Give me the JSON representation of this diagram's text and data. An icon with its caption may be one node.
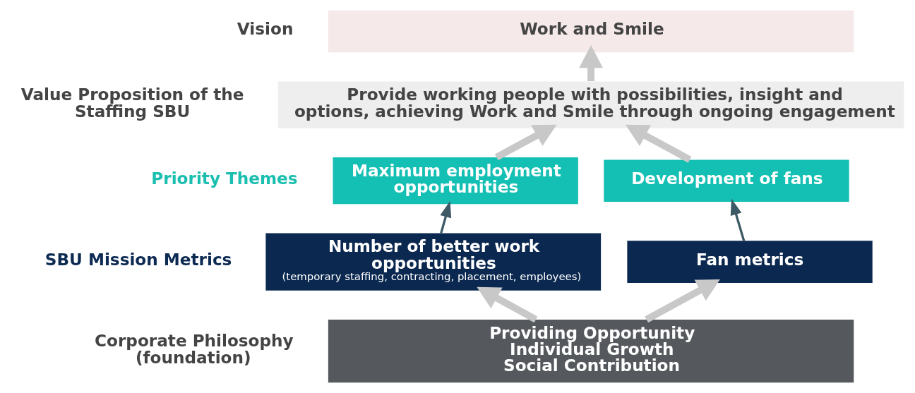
{
  "diagram": {
    "nodes": [
      {
        "text": [
          "Work and Smile"
        ]
      },
      {
        "text": [
          "Provide working people with possibilities, insight and options, achieving Work and Smile through ongoing engagement"
        ]
      },
      {
        "text": [
          "Maximum employment opportunities"
        ]
      },
      {
        "text": [
          "Development of fans"
        ]
      },
      {
        "text": [
          "Number of better work opportunities",
          "(temporary staffing, contracting, placement, employees)"
        ]
      },
      {
        "text": [
          "Fan metrics"
        ]
      },
      {
        "text": [
          "Providing Opportunity",
          "Individual Growth",
          "Social Contribution"
        ]
      }
    ],
    "edges": [
      {
        "from": 1,
        "to": 0,
        "arrow": "to"
      },
      {
        "from": 2,
        "to": 1,
        "arrow": "to"
      },
      {
        "from": 3,
        "to": 1,
        "arrow": "to"
      },
      {
        "from": 4,
        "to": 2,
        "arrow": "to",
        "color": "#3d5a66"
      },
      {
        "from": 5,
        "to": 3,
        "arrow": "to",
        "color": "#3d5a66"
      },
      {
        "from": 6,
        "to": 4,
        "arrow": "to"
      },
      {
        "from": 6,
        "to": 5,
        "arrow": "to"
      }
    ],
    "labels": [
      "Vision",
      "Value Proposition of the Staffing SBU",
      "Priority Themes",
      "SBU Mission Metrics",
      "Corporate Philosophy (foundation)"
    ]
  }
}
